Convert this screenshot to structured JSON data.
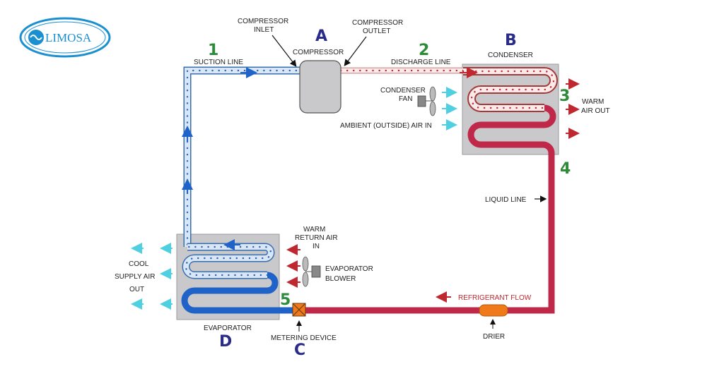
{
  "logo": {
    "text": "LIMOSA",
    "color": "#1c8fd0"
  },
  "components": {
    "compressor": {
      "letter": "A",
      "name": "COMPRESSOR",
      "inlet": [
        "COMPRESSOR",
        "INLET"
      ],
      "outlet": [
        "COMPRESSOR",
        "OUTLET"
      ]
    },
    "condenser": {
      "letter": "B",
      "name": "CONDENSER",
      "fan": [
        "CONDENSER",
        "FAN"
      ]
    },
    "metering": {
      "letter": "C",
      "name": "METERING DEVICE"
    },
    "evaporator": {
      "letter": "D",
      "name": "EVAPORATOR",
      "blower": [
        "EVAPORATOR",
        "BLOWER"
      ]
    },
    "drier": {
      "name": "DRIER"
    }
  },
  "points": {
    "p1": "1",
    "p2": "2",
    "p3": "3",
    "p4": "4",
    "p5": "5"
  },
  "lines": {
    "suction": "SUCTION LINE",
    "discharge": "DISCHARGE LINE",
    "liquid": "LIQUID LINE",
    "flow": "REFRIGERANT FLOW"
  },
  "airflow": {
    "ambient_in": "AMBIENT (OUTSIDE) AIR IN",
    "warm_out": [
      "WARM",
      "AIR OUT"
    ],
    "warm_return": [
      "WARM",
      "RETURN AIR",
      "IN"
    ],
    "cool_supply": [
      "COOL",
      "SUPPLY AIR",
      "OUT"
    ]
  },
  "colors": {
    "letters": "#2b2b8a",
    "numbers": "#2e8b3a",
    "hot_line": "#c0282f",
    "cold_line": "#1f63c9",
    "vapor_line": "#d8e6f5",
    "cool_air": "#4fd0e0",
    "box_fill": "#c9c9cb"
  }
}
